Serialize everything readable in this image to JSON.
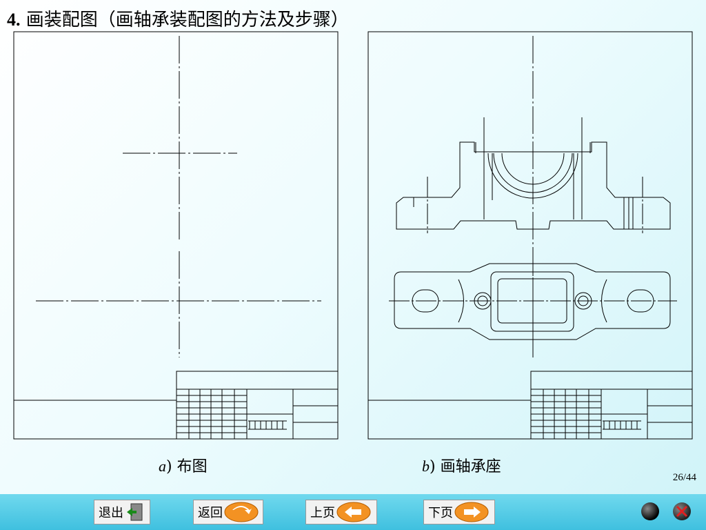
{
  "title": {
    "number": "4.",
    "text": "画装配图（画轴承装配图的方法及步骤）"
  },
  "captions": {
    "a_letter": "a",
    "a_text": ") 布图",
    "b_letter": "b",
    "b_text": ") 画轴承座"
  },
  "page_number": "26/44",
  "nav": {
    "exit_label": "退出",
    "back_label": "返回",
    "prev_label": "上页",
    "next_label": "下页"
  }
}
